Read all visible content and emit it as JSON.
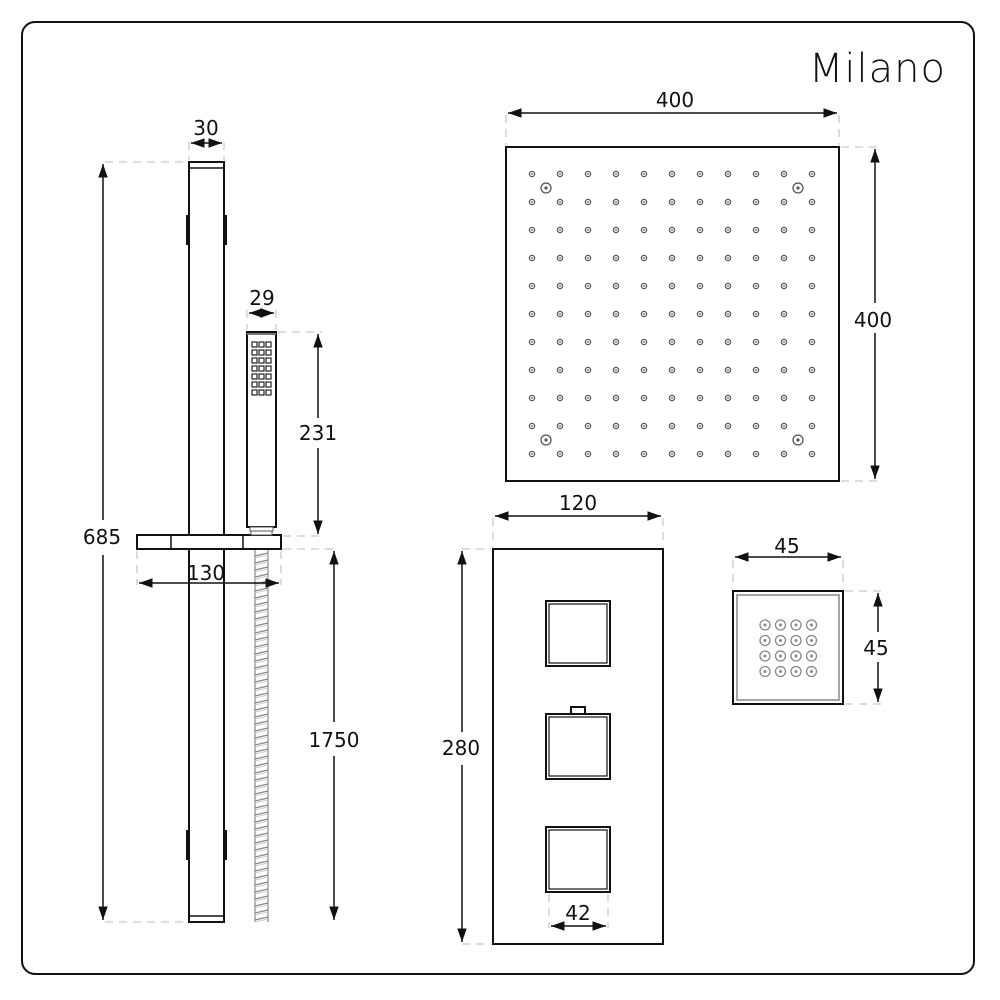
{
  "brand": {
    "name": "Milano"
  },
  "colors": {
    "line": "#111111",
    "extension_line": "#bbbbbb",
    "background": "#ffffff"
  },
  "riser_rail": {
    "rail_height": "685",
    "rail_width": "30",
    "slider_width": "130",
    "hose_length": "1750"
  },
  "handset": {
    "width": "29",
    "length": "231",
    "nozzle_grid": {
      "rows": 7,
      "cols": 3
    }
  },
  "shower_head": {
    "width": "400",
    "height": "400",
    "nozzle_grid": {
      "rows": 11,
      "cols": 11
    },
    "screws": 4
  },
  "valve": {
    "width": "120",
    "height": "280",
    "knob_width": "42",
    "knob_count": 3
  },
  "body_jet": {
    "width": "45",
    "height": "45",
    "nozzle_grid": {
      "rows": 4,
      "cols": 4
    }
  }
}
